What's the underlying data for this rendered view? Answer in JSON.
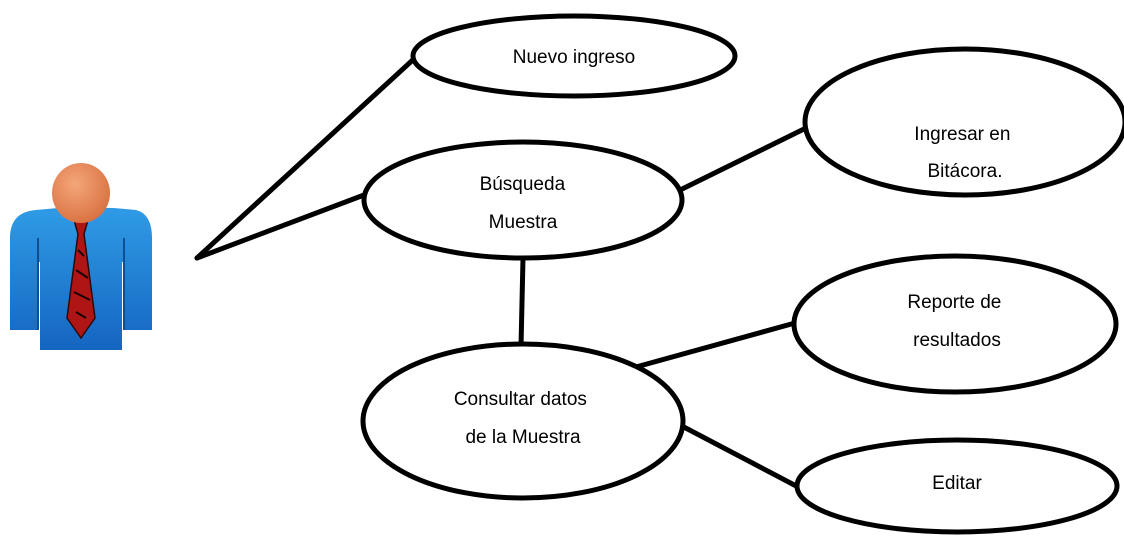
{
  "actor": {
    "icon": "businessman-icon",
    "colors": {
      "head": "#e8875a",
      "suit": "#1e7fd0",
      "tie": "#b01515",
      "collar": "#1a1a1a"
    }
  },
  "use_cases": {
    "nuevo_ingreso": {
      "lines": [
        "Nuevo ingreso"
      ]
    },
    "busqueda_muestra": {
      "lines": [
        "Búsqueda",
        "Muestra"
      ]
    },
    "ingresar_bitacora": {
      "lines": [
        "Ingresar en",
        "Bitácora."
      ]
    },
    "consultar_datos": {
      "lines": [
        "Consultar datos",
        "de la Muestra"
      ]
    },
    "reporte_resultados": {
      "lines": [
        "Reporte de",
        "resultados"
      ]
    },
    "editar": {
      "lines": [
        "Editar"
      ]
    }
  }
}
